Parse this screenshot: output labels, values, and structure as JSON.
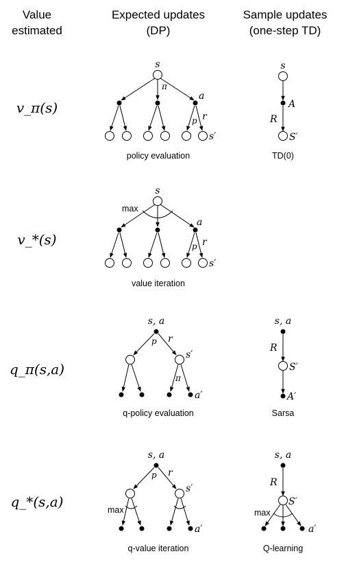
{
  "headers": {
    "col1": [
      "Value",
      "estimated"
    ],
    "col2": [
      "Expected updates",
      "(DP)"
    ],
    "col3": [
      "Sample updates",
      "(one-step TD)"
    ]
  },
  "rows": [
    {
      "value_label": "v_π(s)",
      "dp": {
        "caption": "policy evaluation",
        "labels": {
          "root": "s",
          "policy": "π",
          "action": "a",
          "reward": "r",
          "prob": "p",
          "next": "s′"
        }
      },
      "td": {
        "caption": "TD(0)",
        "labels": {
          "root": "s",
          "action": "A",
          "reward": "R",
          "next": "S′"
        }
      }
    },
    {
      "value_label": "v_*(s)",
      "dp": {
        "caption": "value iteration",
        "labels": {
          "root": "s",
          "max": "max",
          "action": "a",
          "reward": "r",
          "prob": "p",
          "next": "s′"
        }
      }
    },
    {
      "value_label": "q_π(s,a)",
      "dp": {
        "caption": "q-policy evaluation",
        "labels": {
          "root": "s, a",
          "prob": "p",
          "reward": "r",
          "next": "s′",
          "policy": "π",
          "action": "a′"
        }
      },
      "td": {
        "caption": "Sarsa",
        "labels": {
          "root": "s, a",
          "reward": "R",
          "next": "S′",
          "action": "A′"
        }
      }
    },
    {
      "value_label": "q_*(s,a)",
      "dp": {
        "caption": "q-value iteration",
        "labels": {
          "root": "s, a",
          "prob": "p",
          "reward": "r",
          "next": "s′",
          "max": "max",
          "action": "a′"
        }
      },
      "td": {
        "caption": "Q-learning",
        "labels": {
          "root": "s, a",
          "reward": "R",
          "next": "S′",
          "max": "max",
          "action": "a′"
        }
      }
    }
  ]
}
